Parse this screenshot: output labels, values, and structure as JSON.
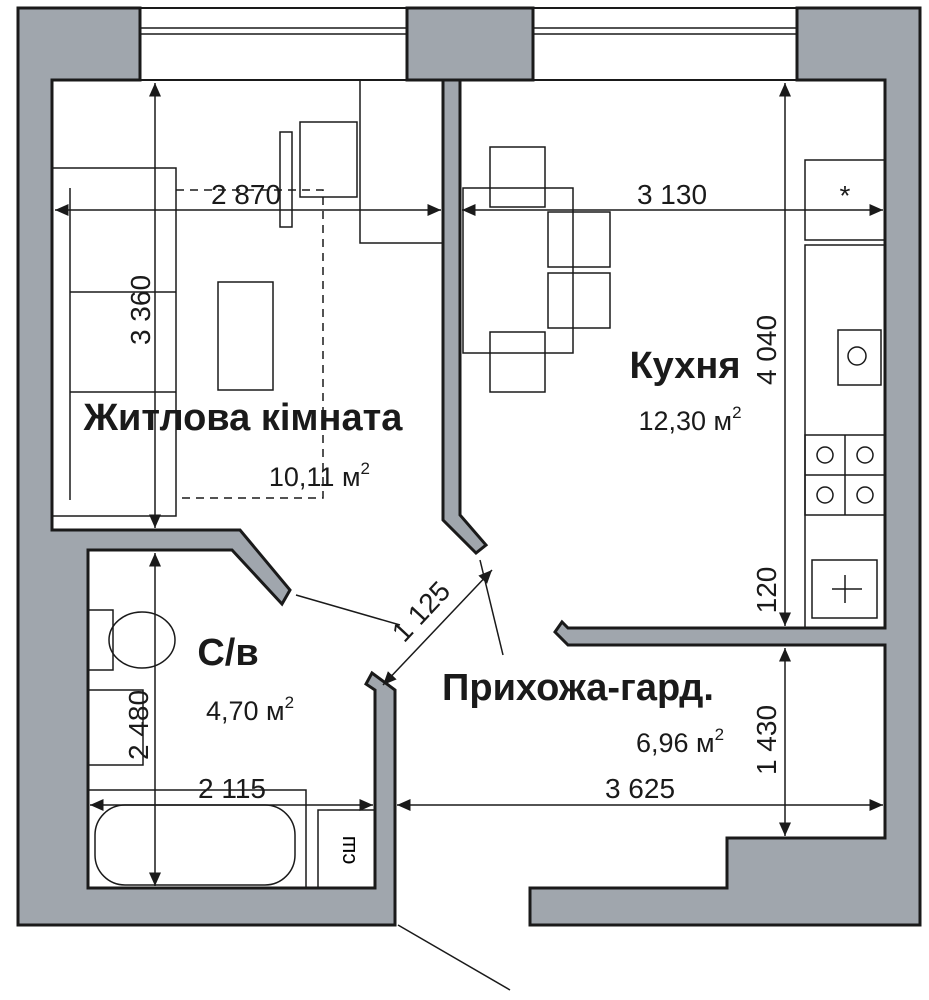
{
  "colors": {
    "wall": "#a0a6ad",
    "line": "#1a1a1a"
  },
  "rooms": {
    "living": {
      "name": "Житлова кімната",
      "area": "10,11 м",
      "sup": "2"
    },
    "kitchen": {
      "name": "Кухня",
      "area": "12,30 м",
      "sup": "2"
    },
    "bathroom": {
      "name": "С/в",
      "area": "4,70 м",
      "sup": "2"
    },
    "hall": {
      "name": "Прихожа-гард.",
      "area": "6,96 м",
      "sup": "2"
    }
  },
  "dimensions": {
    "living_width": "2 870",
    "living_length": "3 360",
    "kitchen_width": "3 130",
    "kitchen_length": "4 040",
    "kitchen_extra": "120",
    "door_width": "1 125",
    "bath_width": "2 115",
    "bath_length": "2 480",
    "hall_width": "3 625",
    "hall_length": "1 430"
  },
  "labels": {
    "shower_cabinet": "сш",
    "asterisk": "*"
  }
}
